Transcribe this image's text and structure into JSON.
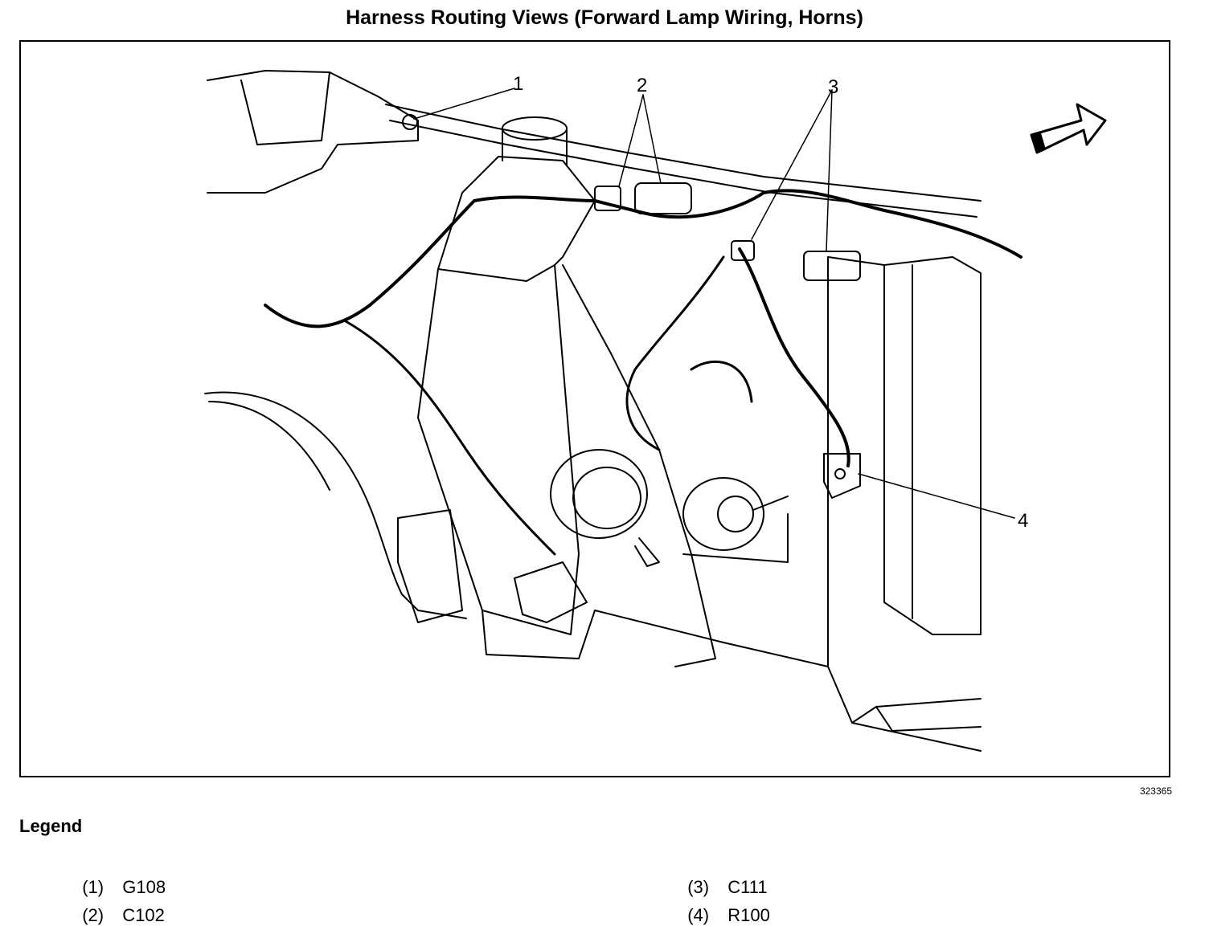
{
  "title": "Harness Routing Views (Forward Lamp Wiring, Horns)",
  "figure_number": "323365",
  "callouts": [
    "1",
    "2",
    "3",
    "4"
  ],
  "legend": {
    "title": "Legend",
    "items": [
      {
        "num": "(1)",
        "label": "G108"
      },
      {
        "num": "(2)",
        "label": "C102"
      },
      {
        "num": "(3)",
        "label": "C111"
      },
      {
        "num": "(4)",
        "label": "R100"
      }
    ]
  }
}
